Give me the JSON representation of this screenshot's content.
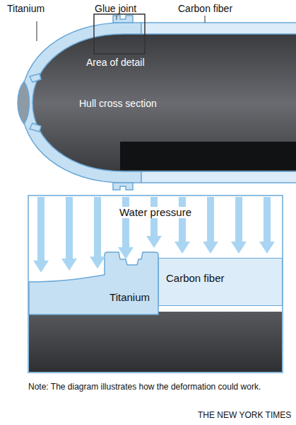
{
  "diagram": {
    "caption": "Note: The diagram illustrates how the deformation could work.",
    "nodes": [
      {
        "text": [
          "Titanium"
        ]
      },
      {
        "text": [
          "Carbon fiber"
        ]
      }
    ],
    "labels": [
      "Titanium",
      "Glue joint",
      "Carbon fiber",
      "Area of detail",
      "Hull cross section",
      "Water pressure",
      "THE NEW YORK TIMES"
    ]
  }
}
